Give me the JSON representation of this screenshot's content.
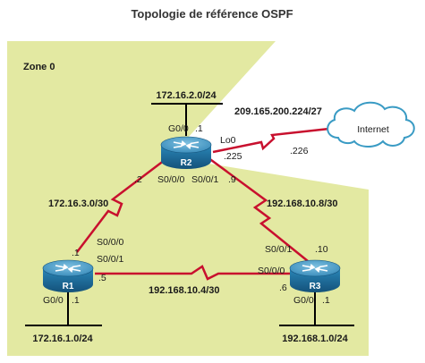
{
  "title": "Topologie de référence OSPF",
  "area_label": "Zone 0",
  "colors": {
    "area_fill": "#e3e9a2",
    "serial_link": "#c8102e",
    "router_body": "#1e6f9e",
    "router_top": "#5fa8cf",
    "cloud_stroke": "#3a9bc4"
  },
  "cloud": {
    "label": "Internet",
    "icon": "cloud-icon"
  },
  "routers": {
    "r1": {
      "name": "R1",
      "icon": "router-icon"
    },
    "r2": {
      "name": "R2",
      "icon": "router-icon"
    },
    "r3": {
      "name": "R3",
      "icon": "router-icon"
    }
  },
  "networks": {
    "r2_lan": "172.16.2.0/24",
    "r1_lan": "172.16.1.0/24",
    "r3_lan": "192.168.1.0/24",
    "r1_r2": "172.16.3.0/30",
    "r2_r3": "192.168.10.8/30",
    "r1_r3": "192.168.10.4/30",
    "internet": "209.165.200.224/27"
  },
  "interfaces": {
    "r2_g0": "G0/0",
    "r2_g0_ip": ".1",
    "r2_lo0": "Lo0",
    "r2_lo0_ip": ".225",
    "r2_s000": "S0/0/0",
    "r2_s001": "S0/0/1",
    "r2_s000_ip": ".2",
    "r2_s001_ip": ".9",
    "cloud_ip": ".226",
    "r1_s000": "S0/0/0",
    "r1_s001": "S0/0/1",
    "r1_s000_ip": ".1",
    "r1_s001_ip": ".5",
    "r1_g0": "G0/0",
    "r1_g0_ip": ".1",
    "r3_s001": "S0/0/1",
    "r3_s001_ip": ".10",
    "r3_s000": "S0/0/0",
    "r3_s000_ip": ".6",
    "r3_g0": "G0/0",
    "r3_g0_ip": ".1"
  }
}
